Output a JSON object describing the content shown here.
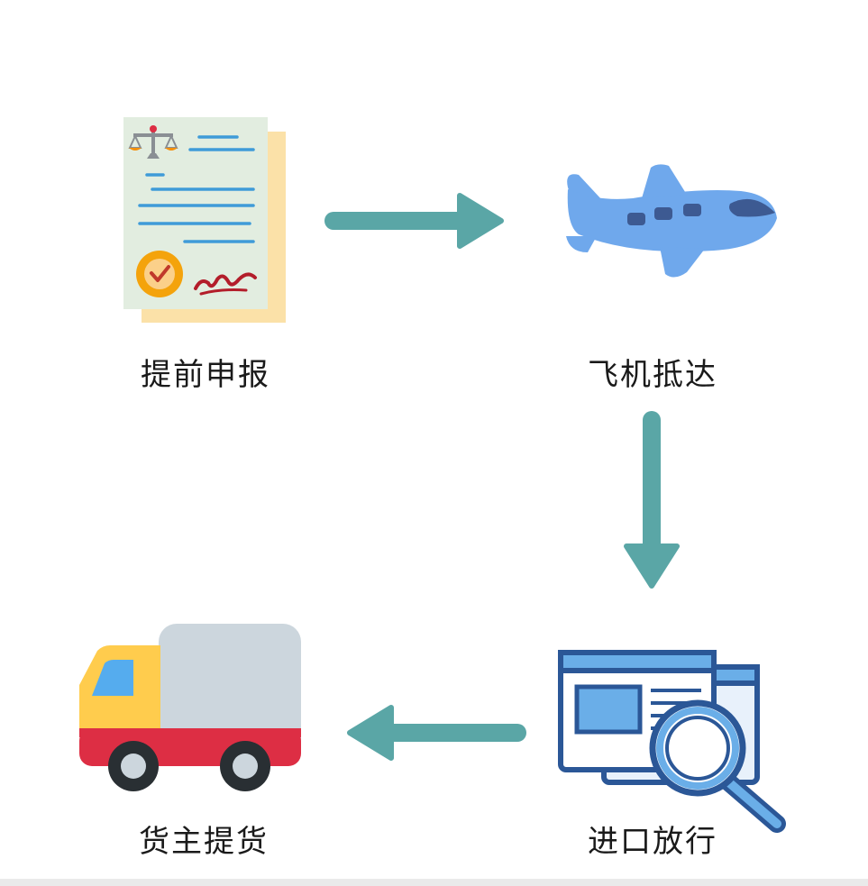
{
  "steps": [
    {
      "label": "提前申报",
      "icon": "legal-document-icon"
    },
    {
      "label": "飞机抵达",
      "icon": "airplane-icon"
    },
    {
      "label": "进口放行",
      "icon": "document-search-icon"
    },
    {
      "label": "货主提货",
      "icon": "delivery-truck-icon"
    }
  ],
  "colors": {
    "arrow": "#5aa6a6",
    "plane": "#6fa8ec",
    "truck_cargo": "#ccd6dd",
    "truck_cab": "#ffcc4d",
    "truck_base": "#dd2e44",
    "document_paper": "#e2ede0",
    "document_backing": "#fbe1a8",
    "search_frame": "#2b5797",
    "search_fill": "#6aaee8"
  }
}
